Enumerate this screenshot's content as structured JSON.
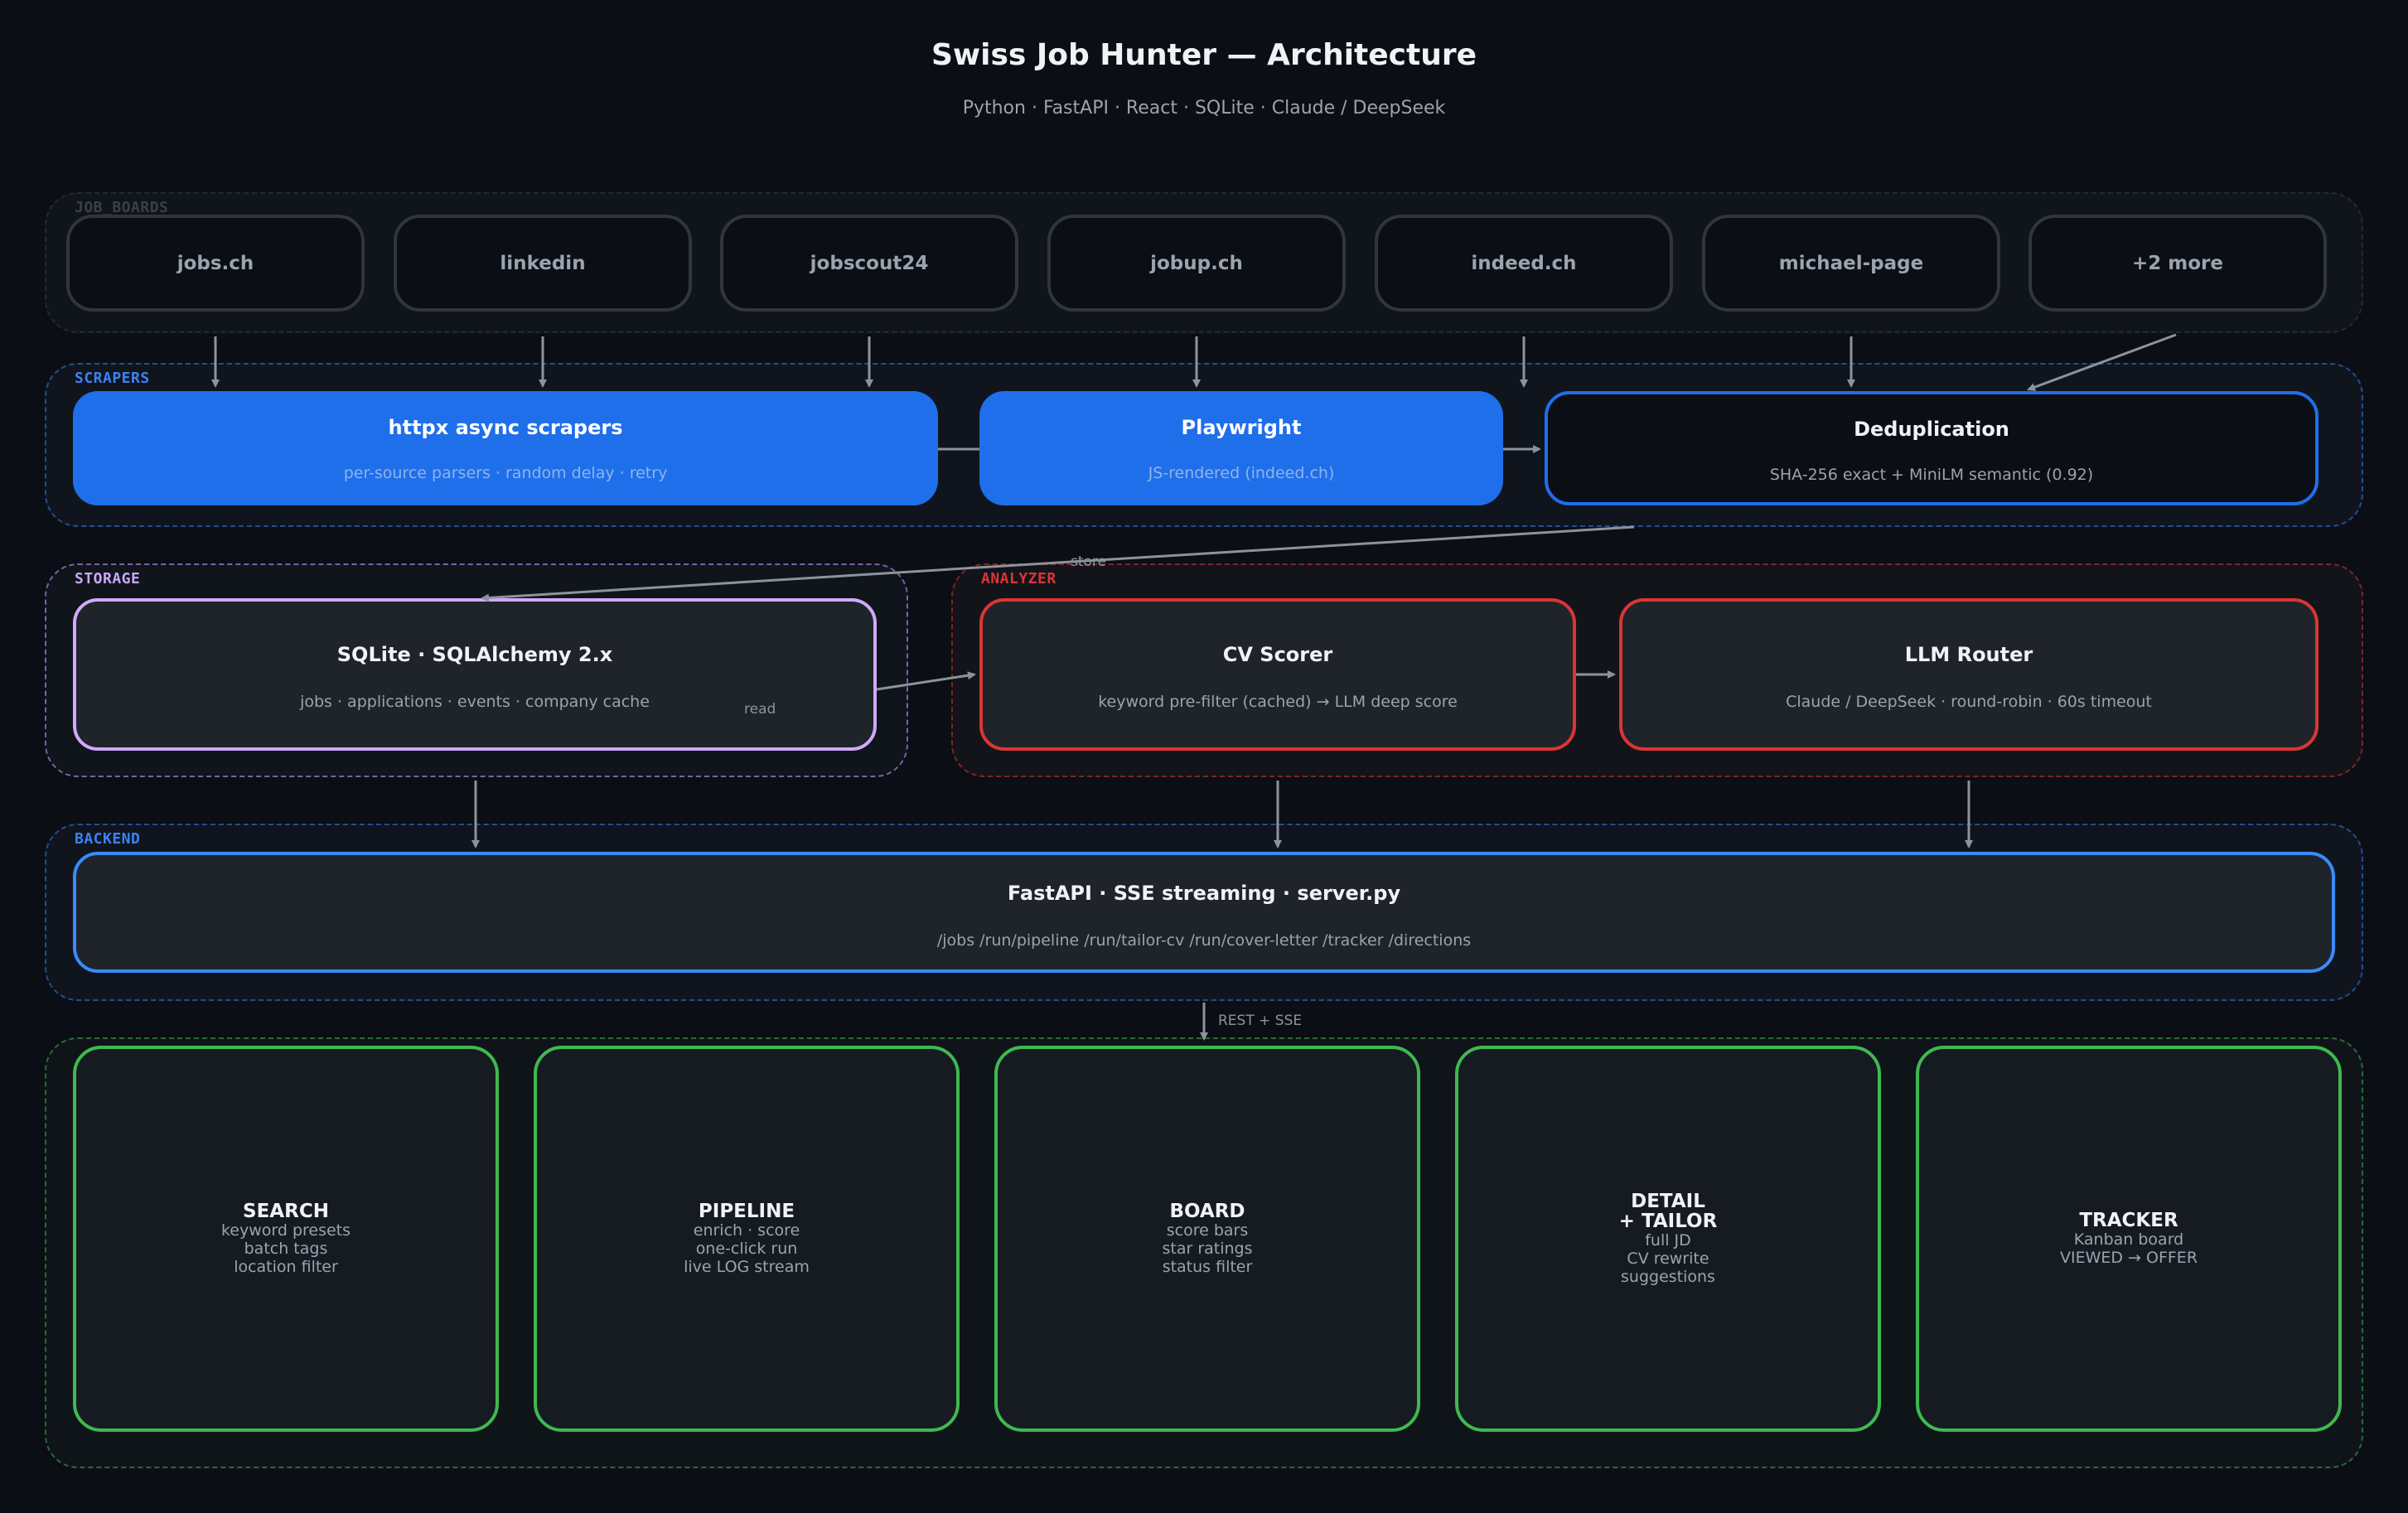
{
  "title": "Swiss Job Hunter — Architecture",
  "subtitle": "Python · FastAPI · React · SQLite · Claude / DeepSeek",
  "groups": {
    "job_boards": "JOB_BOARDS",
    "scrapers": "SCRAPERS",
    "storage": "STORAGE",
    "analyzer": "ANALYZER",
    "backend": "BACKEND"
  },
  "job_boards": [
    "jobs.ch",
    "linkedin",
    "jobscout24",
    "jobup.ch",
    "indeed.ch",
    "michael-page",
    "+2 more"
  ],
  "scrapers": {
    "httpx": {
      "title": "httpx async scrapers",
      "sub": "per-source parsers  ·  random delay  ·  retry"
    },
    "playwright": {
      "title": "Playwright",
      "sub": "JS-rendered (indeed.ch)"
    },
    "dedup": {
      "title": "Deduplication",
      "sub": "SHA-256 exact  +  MiniLM semantic (0.92)"
    }
  },
  "storage": {
    "title": "SQLite · SQLAlchemy 2.x",
    "sub": "jobs · applications · events · company cache"
  },
  "analyzer": {
    "cv_scorer": {
      "title": "CV Scorer",
      "sub": "keyword pre-filter (cached)  →  LLM deep score"
    },
    "llm_router": {
      "title": "LLM Router",
      "sub": "Claude / DeepSeek  ·  round-robin  ·  60s timeout"
    }
  },
  "backend": {
    "title": "FastAPI  ·  SSE streaming  ·  server.py",
    "sub": "/jobs   /run/pipeline   /run/tailor-cv   /run/cover-letter   /tracker   /directions"
  },
  "edge_labels": {
    "store": "store",
    "read": "read",
    "rest": "REST + SSE"
  },
  "frontend": [
    {
      "title": "SEARCH",
      "lines": [
        "keyword presets",
        "batch tags",
        "location filter"
      ]
    },
    {
      "title": "PIPELINE",
      "lines": [
        "enrich · score",
        "one-click run",
        "live LOG stream"
      ]
    },
    {
      "title": "BOARD",
      "lines": [
        "score bars",
        "star ratings",
        "status filter"
      ]
    },
    {
      "title": "DETAIL\n+ TAILOR",
      "lines": [
        "full JD",
        "CV rewrite",
        "suggestions"
      ]
    },
    {
      "title": "TRACKER",
      "lines": [
        "Kanban board",
        "VIEWED → OFFER"
      ]
    }
  ],
  "colors": {
    "background": "#0b0e14",
    "scraper_blue": "#1f6feb",
    "storage_purple": "#d2a8ff",
    "analyzer_red": "#da3633",
    "backend_blue": "#388bfd",
    "frontend_green": "#3fb950"
  }
}
